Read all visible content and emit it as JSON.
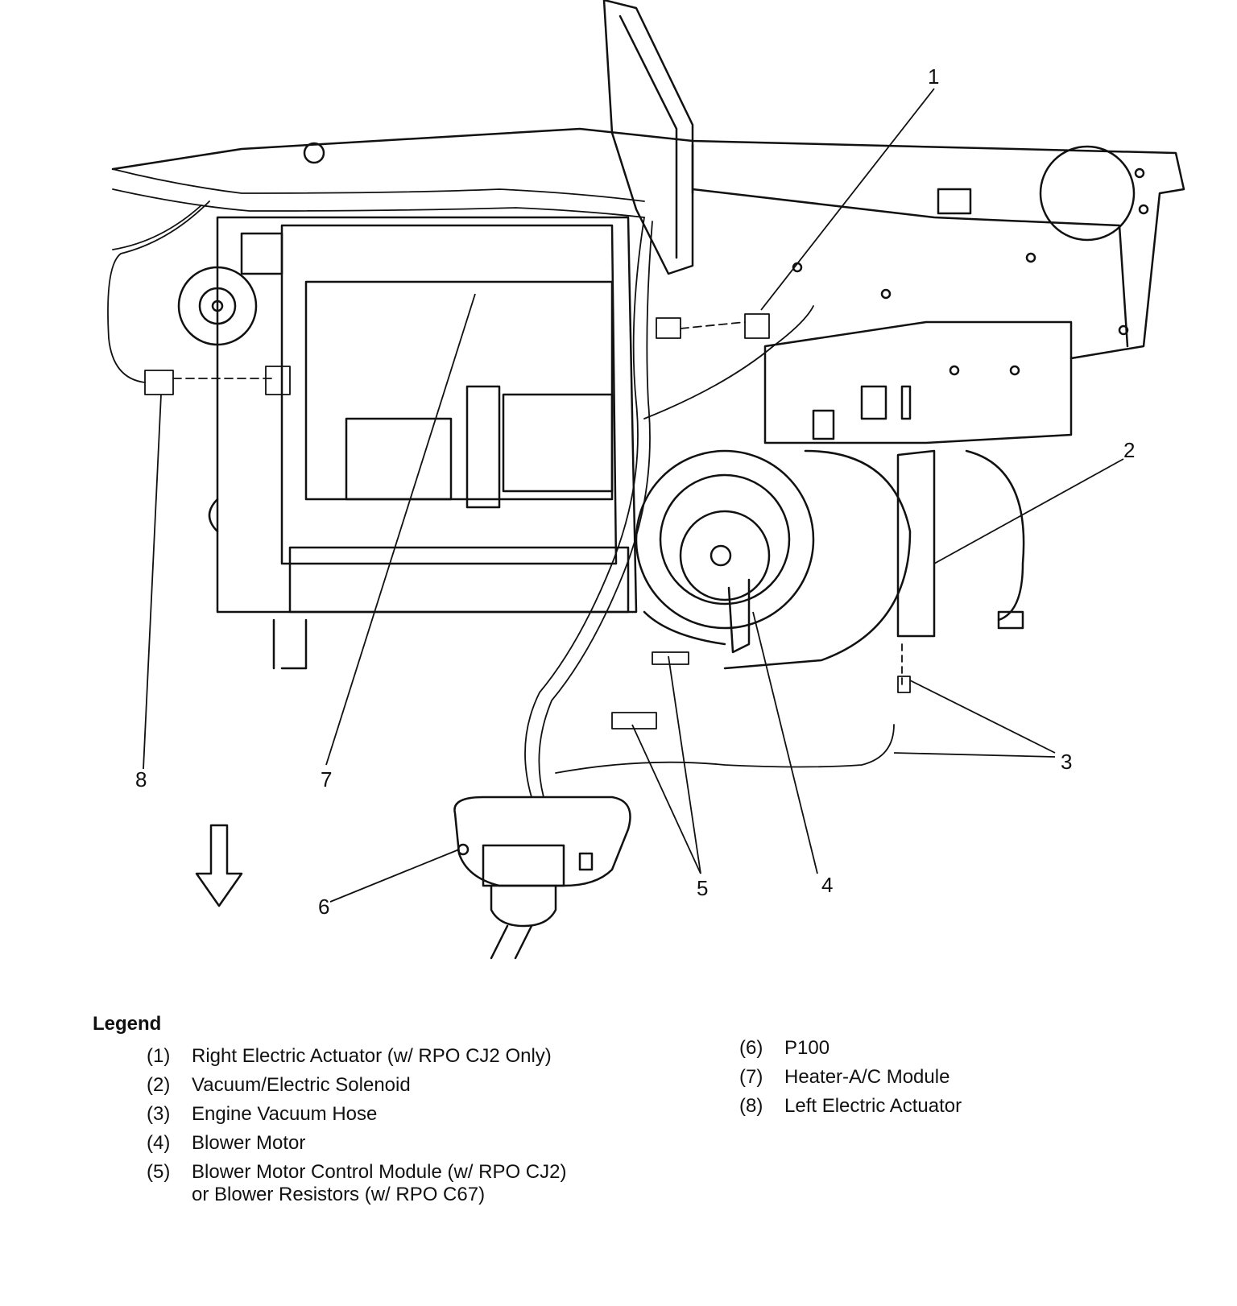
{
  "callouts": {
    "c1": "1",
    "c2": "2",
    "c3": "3",
    "c4": "4",
    "c5": "5",
    "c6": "6",
    "c7": "7",
    "c8": "8"
  },
  "legend": {
    "title": "Legend",
    "items": [
      {
        "num": "(1)",
        "text": "Right Electric Actuator (w/ RPO CJ2 Only)"
      },
      {
        "num": "(2)",
        "text": "Vacuum/Electric Solenoid"
      },
      {
        "num": "(3)",
        "text": "Engine Vacuum Hose"
      },
      {
        "num": "(4)",
        "text": "Blower Motor"
      },
      {
        "num": "(5)",
        "text": "Blower Motor Control Module (w/ RPO CJ2)",
        "text2": "or Blower Resistors (w/ RPO C67)"
      },
      {
        "num": "(6)",
        "text": "P100"
      },
      {
        "num": "(7)",
        "text": "Heater-A/C Module"
      },
      {
        "num": "(8)",
        "text": "Left Electric Actuator"
      }
    ]
  }
}
